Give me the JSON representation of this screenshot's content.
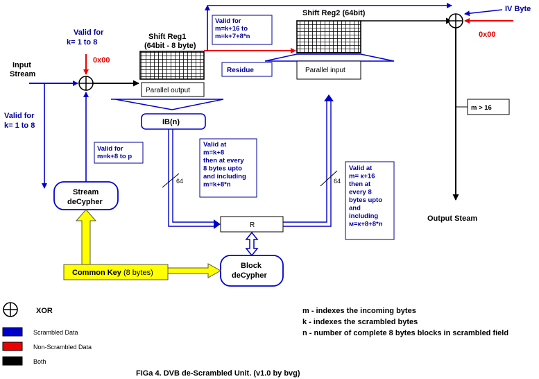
{
  "input": {
    "line1": "Input",
    "line2": "Stream"
  },
  "valid_k_top": {
    "line1": "Valid for",
    "line2": "k= 1 to 8"
  },
  "valid_k_left": {
    "line1": "Valid for",
    "line2": "k= 1 to 8"
  },
  "zero1": "0x00",
  "zero2": "0x00",
  "iv_byte": "IV Byte",
  "shift_reg1": {
    "line1": "Shift Reg1",
    "line2": "(64bit - 8 byte)"
  },
  "shift_reg2": "Shift Reg2 (64bit)",
  "parallel_output": "Parallel output",
  "parallel_input": "Parallel input",
  "residue": "Residue",
  "ib": "IB(n)",
  "r": "R",
  "stream_decypher": {
    "line1": "Stream",
    "line2": "deCypher"
  },
  "block_decypher": {
    "line1": "Block",
    "line2": "deCypher"
  },
  "common_key": {
    "bold": "Common Key",
    "rest": " (8 bytes)"
  },
  "bus_width_1": "64",
  "bus_width_2": "64",
  "output_stream": "Output Steam",
  "m_gt_16": "m > 16",
  "note_k16": [
    "Valid for",
    "m=k+16 to",
    "m=k+7+8*n"
  ],
  "note_k8p": [
    "Valid for",
    "m=k+8 to p"
  ],
  "note_m8": [
    "Valid at",
    "m=k+8",
    "then at every",
    "8 bytes upto",
    "and including",
    "m=k+8*n"
  ],
  "note_m16": [
    "Valid at",
    "m= к+16",
    "then at",
    "every 8",
    "bytes upto",
    "and",
    "including",
    "м=к+8+8*n"
  ],
  "legend": {
    "xor": "XOR",
    "items": [
      {
        "label": "Scrambled Data",
        "color": "#0000cc"
      },
      {
        "label": "Non-Scrambled Data",
        "color": "#ee0000"
      },
      {
        "label": "Both",
        "color": "#000000"
      }
    ]
  },
  "definitions": [
    "m - indexes the incoming bytes",
    "k -  indexes the scrambled bytes",
    "n -  number of complete 8 bytes blocks in scrambled field"
  ],
  "caption": "FIGa 4.   DVB de-Scrambled Unit. (v1.0 by bvg)",
  "colors": {
    "scrambled": "#0000cc",
    "non_scrambled": "#ee0000",
    "both": "#000000",
    "key": "#ffff00"
  }
}
